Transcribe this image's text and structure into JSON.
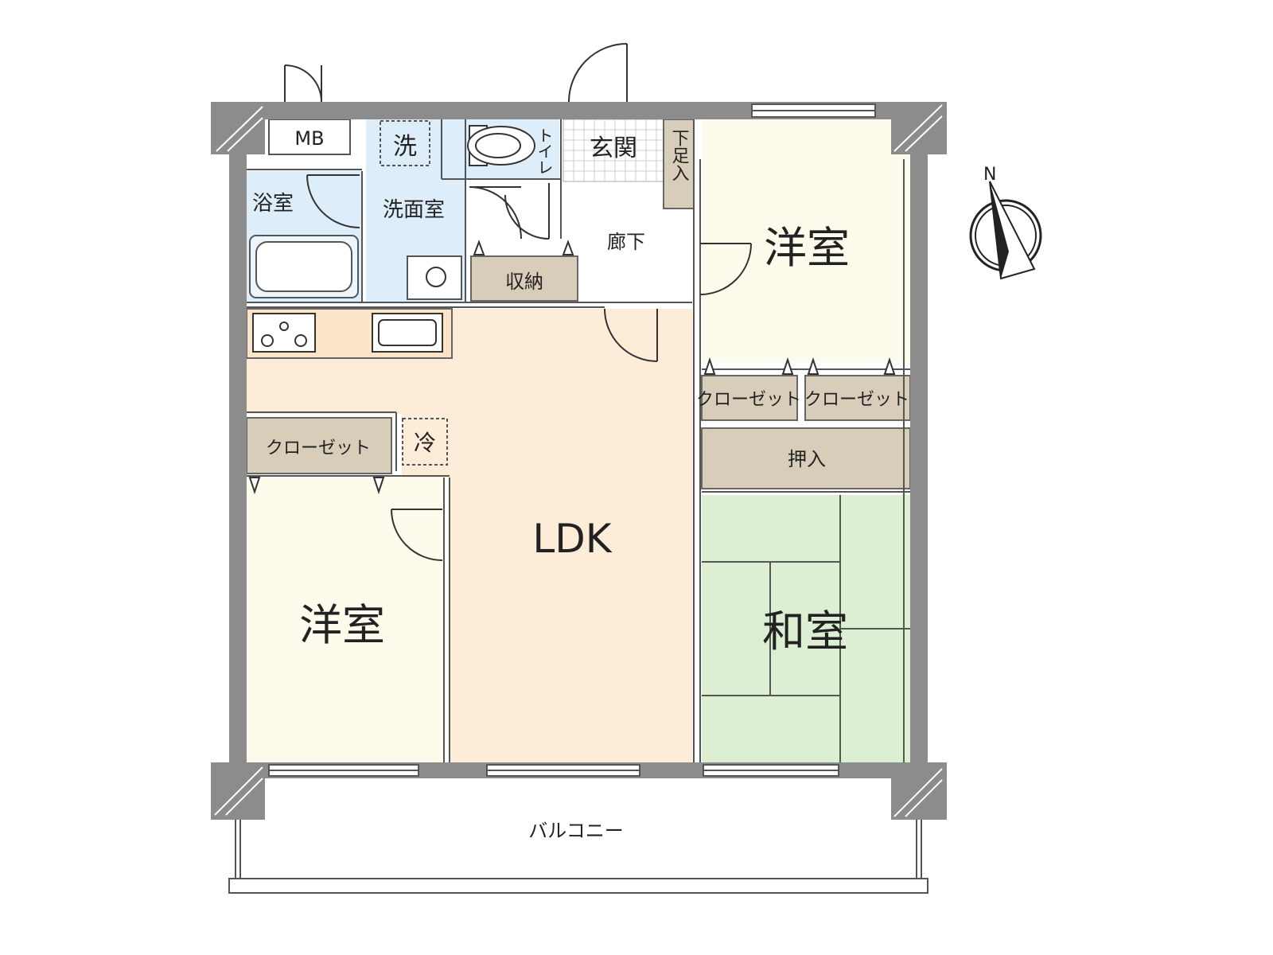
{
  "rooms": {
    "mb": "MB",
    "washer": "洗",
    "toilet": "トイレ",
    "entrance": "玄関",
    "shoe_box": "下足入",
    "bathroom": "浴室",
    "washroom": "洗面室",
    "hallway": "廊下",
    "storage": "収納",
    "western_room_ne": "洋室",
    "closet_ne_1": "クローゼット",
    "closet_ne_2": "クローゼット",
    "oshiire": "押入",
    "ldk": "LDK",
    "fridge": "冷",
    "closet_w": "クローゼット",
    "western_room_w": "洋室",
    "japanese_room": "和室",
    "balcony": "バルコニー"
  },
  "compass": {
    "north_label": "N"
  },
  "colors": {
    "ldk": "#fdecd8",
    "western": "#fdfbec",
    "japanese": "#dcefd2",
    "wet_area": "#ddeefa",
    "storage": "#d8cdb8",
    "wall": "#8c8c8c"
  }
}
